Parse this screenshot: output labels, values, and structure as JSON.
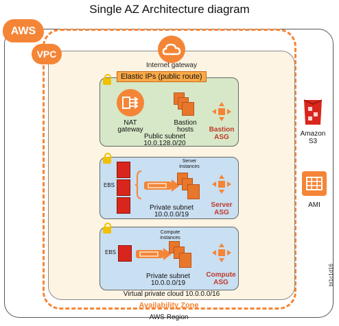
{
  "title": "Single AZ Architecture diagram",
  "aws_badge": "AWS",
  "vpc_badge": "VPC",
  "internet_gateway": "Internet gateway",
  "elastic_ips": "Elastic IPs (public route)",
  "public_subnet": {
    "nat_label_1": "NAT",
    "nat_label_2": "gateway",
    "bastion_hosts_1": "Bastion",
    "bastion_hosts_2": "hosts",
    "bastion_asg_1": "Bastion",
    "bastion_asg_2": "ASG",
    "name": "Public subnet",
    "cidr": "10.0.128.0/20"
  },
  "server_subnet": {
    "ebs": "EBS",
    "instances_1": "Server",
    "instances_2": "instances",
    "asg_1": "Server",
    "asg_2": "ASG",
    "name": "Private subnet",
    "cidr": "10.0.0.0/19"
  },
  "compute_subnet": {
    "ebs": "EBS",
    "instances_1": "Compute",
    "instances_2": "instances",
    "asg_1": "Compute",
    "asg_2": "ASG",
    "name": "Private subnet",
    "cidr": "10.0.0.0/19"
  },
  "vpc_cidr_label": "Virtual private cloud 10.0.0.0/16",
  "availability_zone": "Availability Zone",
  "aws_region": "AWS Region",
  "s3_label_1": "Amazon",
  "s3_label_2": "S3",
  "ami_label": "AMI",
  "side_id": "bt1c1d16",
  "colors": {
    "aws_orange": "#f58536",
    "public_subnet": "#d7e8c8",
    "private_subnet": "#c9dff2",
    "vpc_fill": "#fdf4e3",
    "s3_red": "#d9261c"
  }
}
